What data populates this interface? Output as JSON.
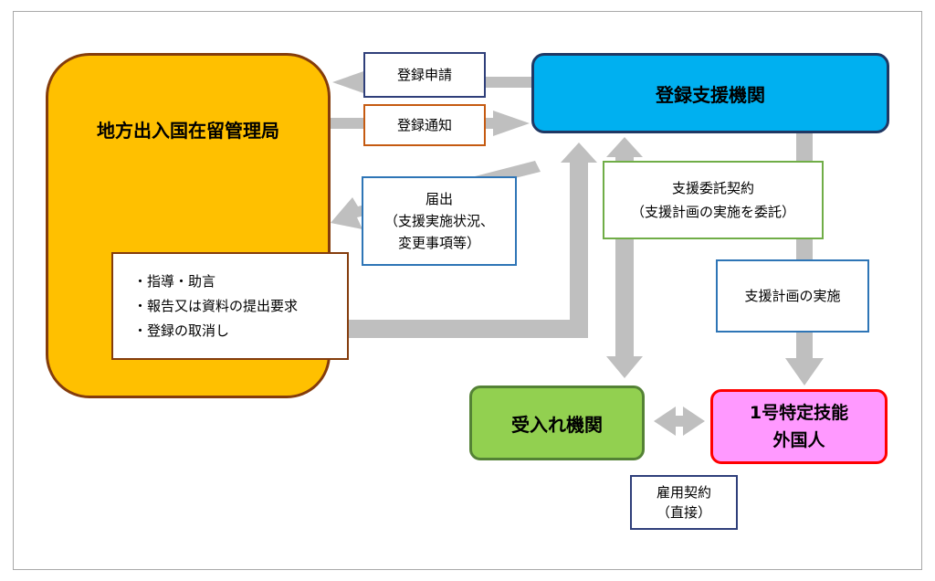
{
  "nodes": {
    "bureau": "地方出入国在留管理局",
    "support_org": "登録支援機関",
    "receiving_org": "受入れ機関",
    "worker_line1": "1号特定技能",
    "worker_line2": "外国人"
  },
  "labels": {
    "registration_application": "登録申請",
    "registration_notice": "登録通知",
    "notification_line1": "届出",
    "notification_line2": "（支援実施状況、",
    "notification_line3": "変更事項等）",
    "guidance_items": [
      "・指導・助言",
      "・報告又は資料の提出要求",
      "・登録の取消し"
    ],
    "contract_line1": "支援委託契約",
    "contract_line2": "（支援計画の実施を委託）",
    "implementation": "支援計画の実施",
    "employment_line1": "雇用契約",
    "employment_line2": "（直接）"
  },
  "colors": {
    "bureau_fill": "#ffc000",
    "support_fill": "#00b0f0",
    "receiver_fill": "#92d050",
    "worker_fill": "#ff99ff",
    "arrow": "#bfbfbf"
  }
}
